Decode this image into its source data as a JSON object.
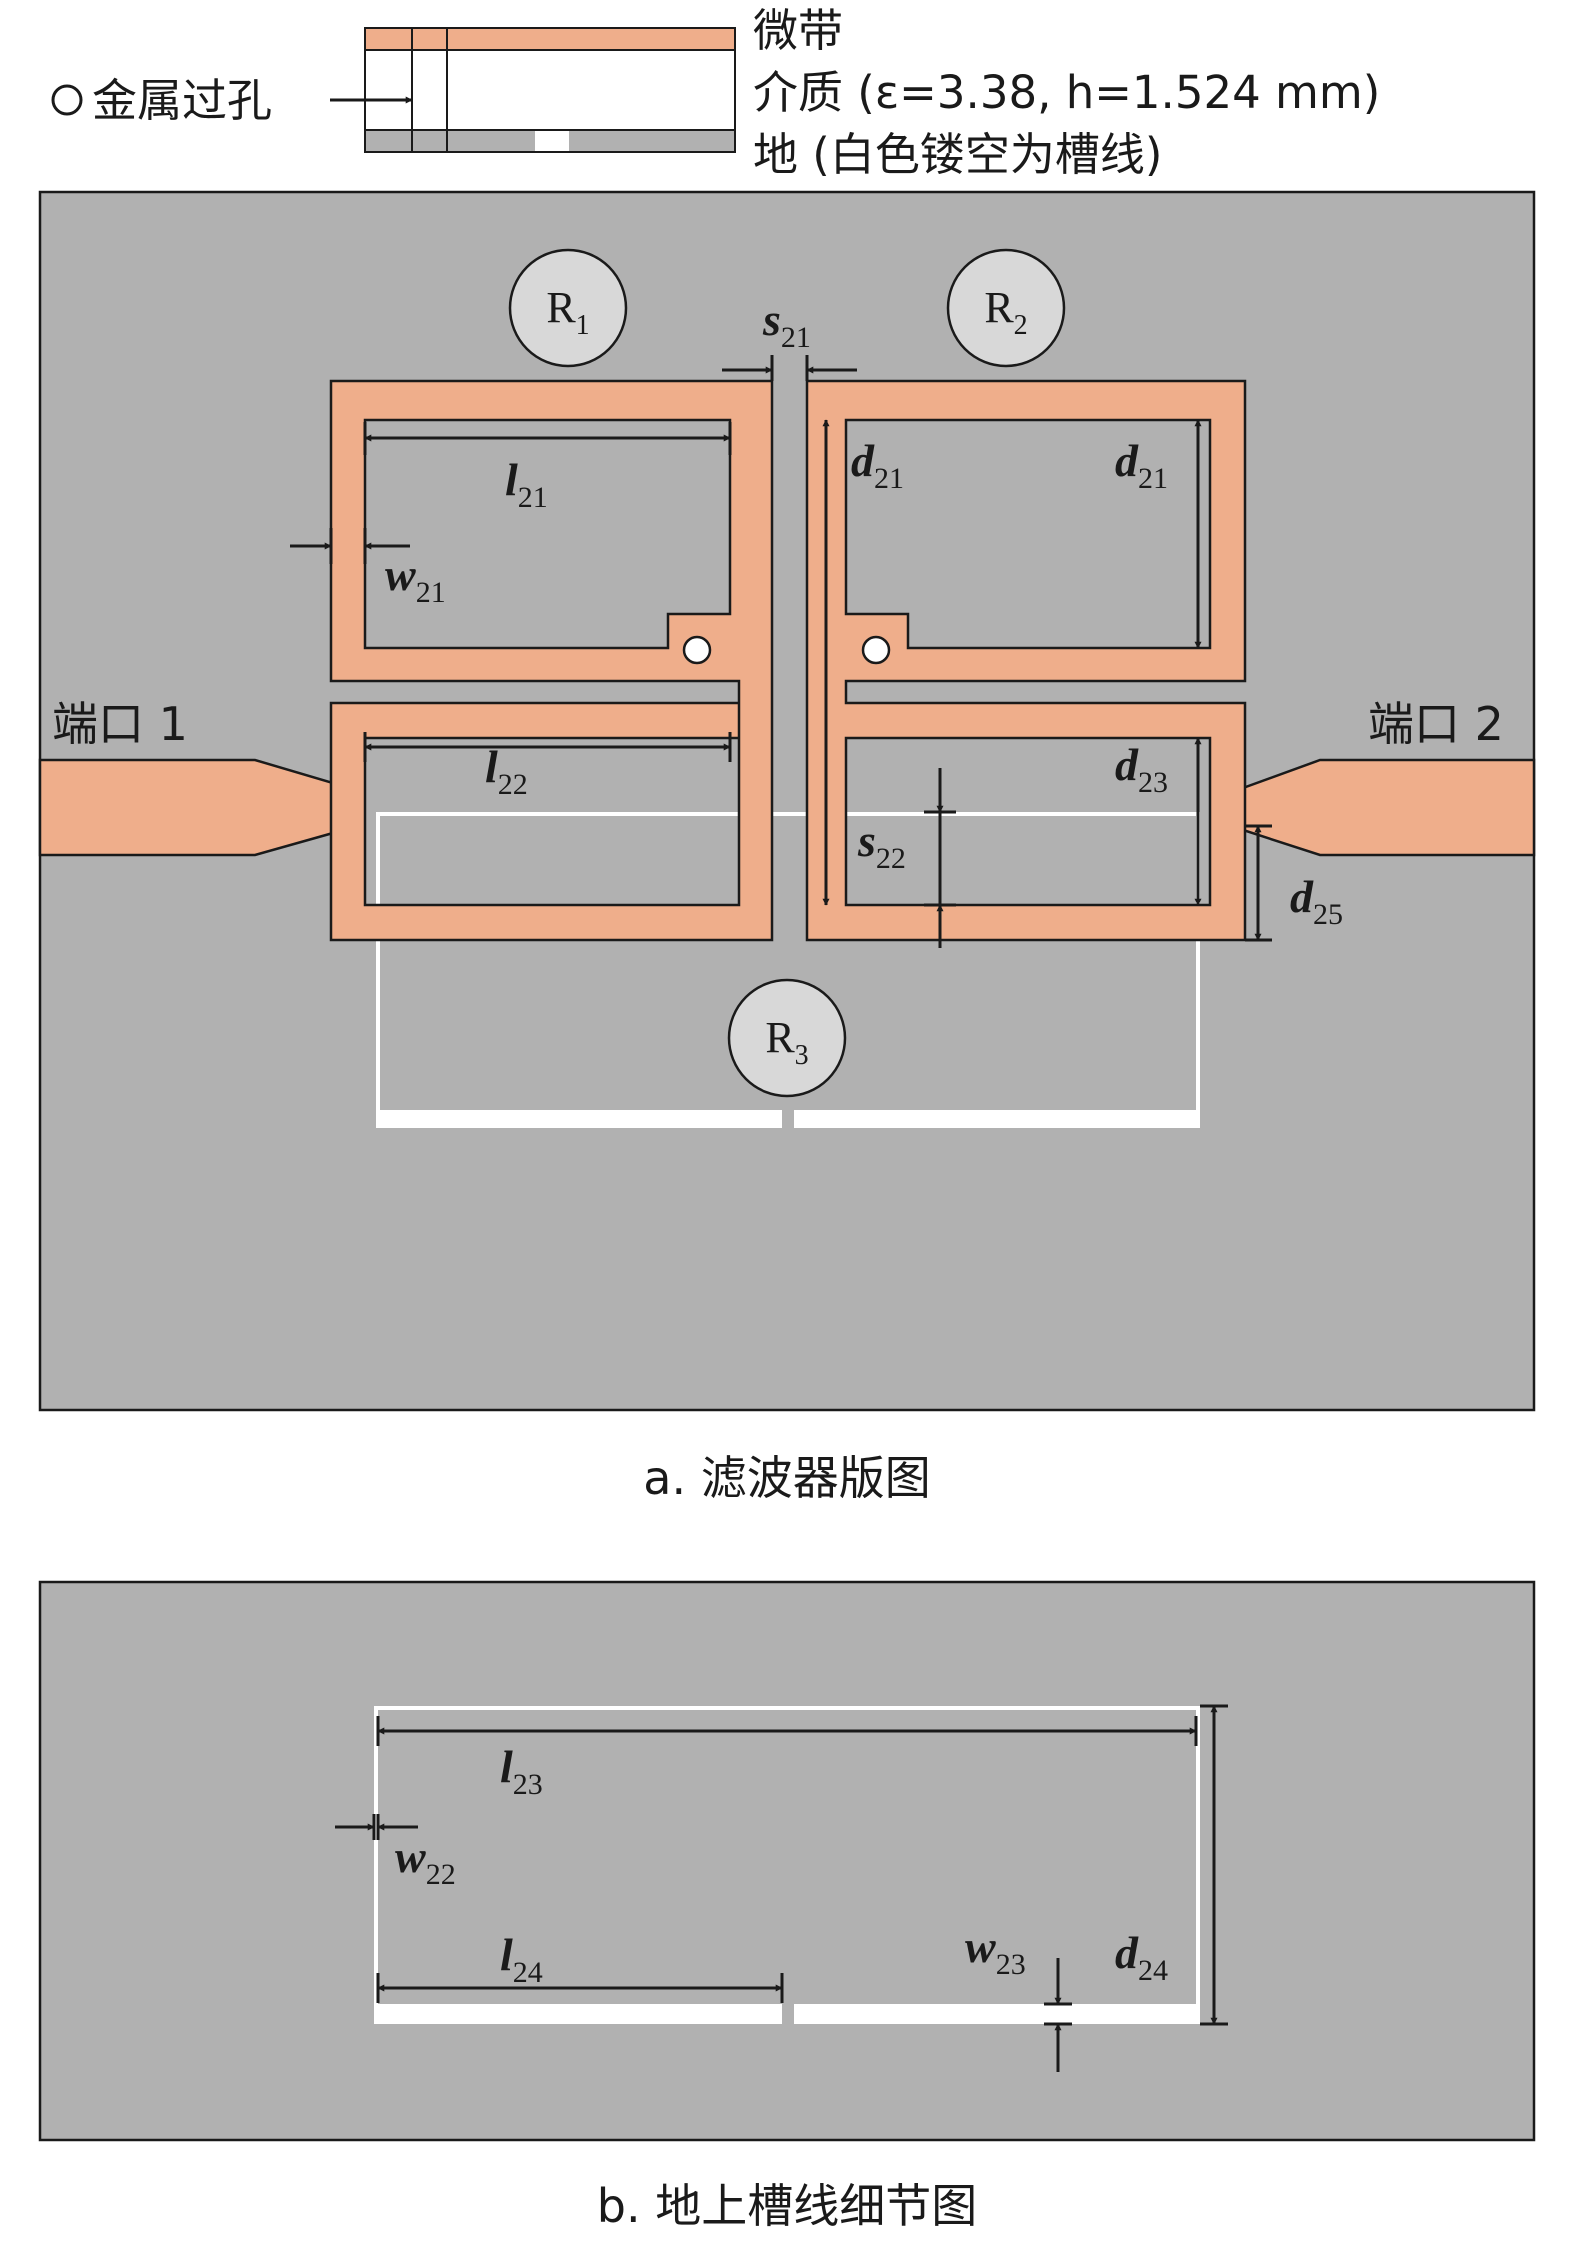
{
  "colors": {
    "ground": "#b1b1b1",
    "microstrip": "#efae8b",
    "outline": "#1a1a1a",
    "slot": "#ffffff",
    "resonator_label_fill": "#d8d8d8"
  },
  "legend": {
    "via_label": "金属过孔",
    "layer_microstrip": "微带",
    "layer_substrate": "介质 (ε=3.38, h=1.524 mm)",
    "layer_ground": "地 (白色镂空为槽线)"
  },
  "panel_a": {
    "caption": "a. 滤波器版图",
    "port1": "端口 1",
    "port2": "端口 2",
    "resonators": [
      {
        "base": "R",
        "sub": "1"
      },
      {
        "base": "R",
        "sub": "2"
      },
      {
        "base": "R",
        "sub": "3"
      }
    ],
    "dims": {
      "s21": {
        "base": "s",
        "sub": "21"
      },
      "l21": {
        "base": "l",
        "sub": "21"
      },
      "w21": {
        "base": "w",
        "sub": "21"
      },
      "l22": {
        "base": "l",
        "sub": "22"
      },
      "d21_left": {
        "base": "d",
        "sub": "21"
      },
      "d21_right": {
        "base": "d",
        "sub": "21"
      },
      "d23": {
        "base": "d",
        "sub": "23"
      },
      "s22": {
        "base": "s",
        "sub": "22"
      },
      "d25": {
        "base": "d",
        "sub": "25"
      }
    }
  },
  "panel_b": {
    "caption": "b. 地上槽线细节图",
    "dims": {
      "l23": {
        "base": "l",
        "sub": "23"
      },
      "w22": {
        "base": "w",
        "sub": "22"
      },
      "l24": {
        "base": "l",
        "sub": "24"
      },
      "w23": {
        "base": "w",
        "sub": "23"
      },
      "d24": {
        "base": "d",
        "sub": "24"
      }
    }
  }
}
